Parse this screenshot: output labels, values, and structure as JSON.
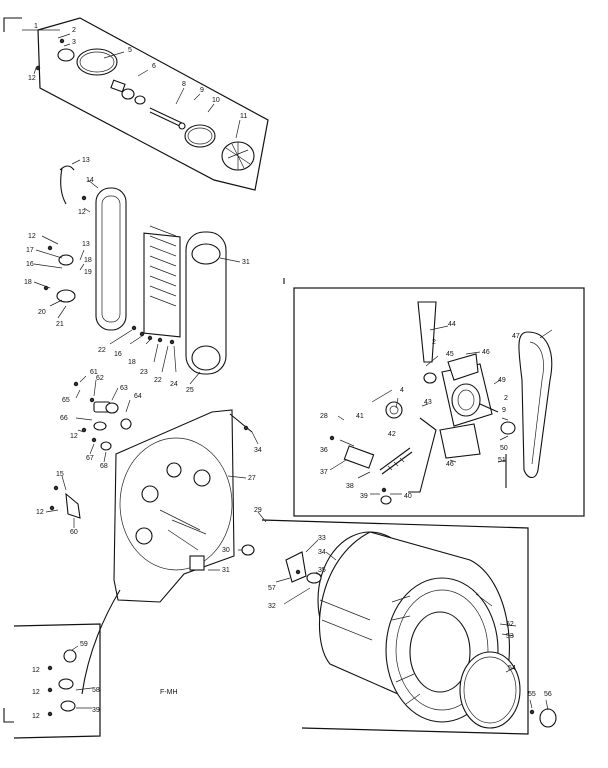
{
  "labels": {
    "l1": "1",
    "l2a": "2",
    "l3": "3",
    "l5": "5",
    "l6": "6",
    "l8": "8",
    "l9": "9",
    "l10": "10",
    "l11": "11",
    "l12a": "12",
    "l13a": "13",
    "l14": "14",
    "l12b": "12",
    "l12c": "12",
    "l13b": "13",
    "l17": "17",
    "l18a": "18",
    "l16a": "16",
    "l19": "19",
    "l20": "20",
    "l21": "21",
    "l31a": "31",
    "l22a": "22",
    "l16b": "16",
    "l18b": "18",
    "l23": "23",
    "l22b": "22",
    "l24": "24",
    "l25": "25",
    "l61": "61",
    "l62": "62",
    "l65": "65",
    "l63": "63",
    "l64": "64",
    "l66": "66",
    "l12d": "12",
    "l67": "67",
    "l68": "68",
    "l15": "15",
    "l12e": "12",
    "l60": "60",
    "l34a": "34",
    "l27": "27",
    "l31b": "31",
    "l30": "30",
    "l44": "44",
    "l2b": "2",
    "l45": "45",
    "l46a": "46",
    "l47": "47",
    "l49": "49",
    "l4": "4",
    "l41": "41",
    "l43": "43",
    "l28": "28",
    "l42": "42",
    "l36": "36",
    "l37": "37",
    "l38": "38",
    "l39": "39",
    "l40": "40",
    "l46b": "46",
    "l2c": "2",
    "l9b": "9",
    "l50": "50",
    "l51": "51",
    "l29": "29",
    "l33": "33",
    "l34b": "34",
    "l35": "35",
    "l57": "57",
    "l32": "32",
    "l52": "52",
    "l53": "53",
    "l54": "54",
    "l55": "55",
    "l56": "56",
    "l59": "59",
    "l12f": "12",
    "l58": "58",
    "l12g": "12",
    "l39b": "39",
    "caption": "F-MH"
  }
}
